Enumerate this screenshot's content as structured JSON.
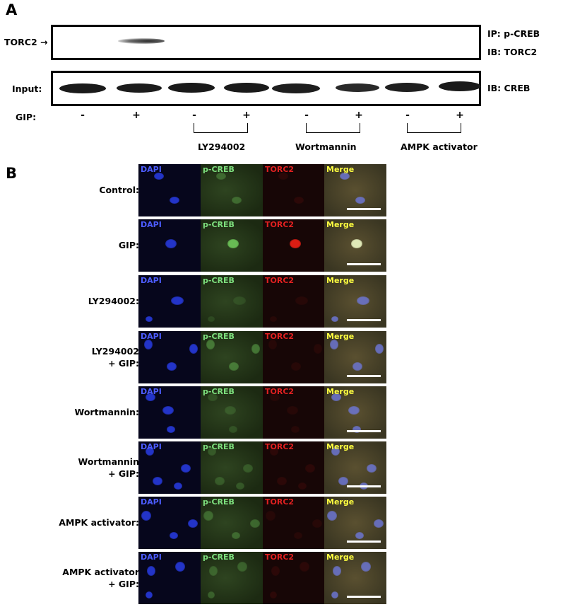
{
  "panelA": {
    "letter": "A",
    "left_label_torc2": "TORC2 →",
    "left_label_input": "Input:",
    "right_label_ip": "IP: p-CREB",
    "right_label_ib_torc2": "IB: TORC2",
    "right_label_ib_creb": "IB: CREB",
    "gip_label": "GIP:",
    "signs": [
      "-",
      "+",
      "-",
      "+",
      "-",
      "+",
      "-",
      "+"
    ],
    "treatments": [
      "LY294002",
      "Wortmannin",
      "AMPK activator"
    ]
  },
  "panelB": {
    "letter": "B",
    "column_tags": [
      "DAPI",
      "p-CREB",
      "TORC2",
      "Merge"
    ],
    "rows": [
      {
        "label_line1": "Control:",
        "label_line2": ""
      },
      {
        "label_line1": "GIP:",
        "label_line2": ""
      },
      {
        "label_line1": "LY294002:",
        "label_line2": ""
      },
      {
        "label_line1": "LY294002",
        "label_line2": "+ GIP:"
      },
      {
        "label_line1": "Wortmannin:",
        "label_line2": ""
      },
      {
        "label_line1": "Wortmannin",
        "label_line2": "+ GIP:"
      },
      {
        "label_line1": "AMPK activator:",
        "label_line2": ""
      },
      {
        "label_line1": "AMPK activator",
        "label_line2": "+ GIP:"
      }
    ]
  },
  "colors": {
    "dapi_bg": "#06061c",
    "dapi_tag": "#4c5cff",
    "pcreb_bg": "#1c2a12",
    "pcreb_tag": "#7ee07e",
    "torc2_bg": "#170606",
    "torc2_tag": "#e02020",
    "merge_bg": "#3a3622",
    "merge_tag": "#ffff40"
  }
}
